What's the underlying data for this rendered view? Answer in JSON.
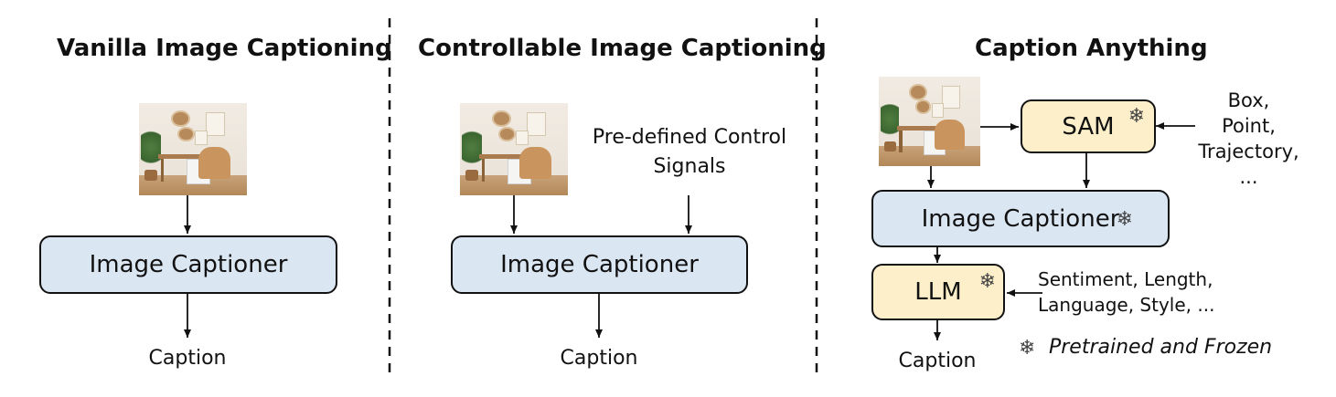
{
  "panels": {
    "vanilla": {
      "title": "Vanilla Image Captioning",
      "captioner_label": "Image Captioner",
      "output_label": "Caption"
    },
    "controllable": {
      "title": "Controllable Image Captioning",
      "signals_line1": "Pre-defined Control",
      "signals_line2": "Signals",
      "captioner_label": "Image Captioner",
      "output_label": "Caption"
    },
    "caption_anything": {
      "title": "Caption Anything",
      "sam_label": "SAM",
      "sam_inputs": [
        "Box,",
        "Point,",
        "Trajectory,",
        "..."
      ],
      "captioner_label": "Image Captioner",
      "llm_label": "LLM",
      "llm_inputs_line1": "Sentiment, Length,",
      "llm_inputs_line2": "Language, Style, ...",
      "output_label": "Caption",
      "legend_text": "Pretrained and Frozen"
    }
  },
  "icons": {
    "frozen": "snowflake-icon"
  },
  "colors": {
    "captioner_fill": "#dbe6f3",
    "module_fill": "#fcefc9",
    "stroke": "#111111"
  }
}
